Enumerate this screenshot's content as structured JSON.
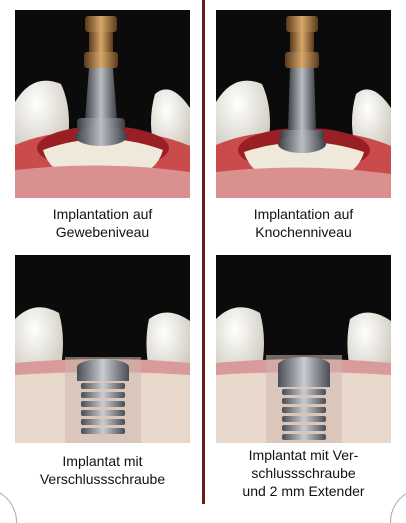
{
  "panels": [
    {
      "caption": "Implantation auf\nGewebeniveau"
    },
    {
      "caption": "Implantation auf\nKnochenniveau"
    },
    {
      "caption": "Implantat mit\nVerschlussschraube"
    },
    {
      "caption": "Implantat mit Ver-\nschlussschraube\nund 2 mm Extender"
    }
  ],
  "colors": {
    "divider": "#6e1a1a",
    "background": "#0b0b0b",
    "gum": "#d9908f",
    "metal": "#8c9096",
    "abutment_gold": "#b8874a"
  }
}
